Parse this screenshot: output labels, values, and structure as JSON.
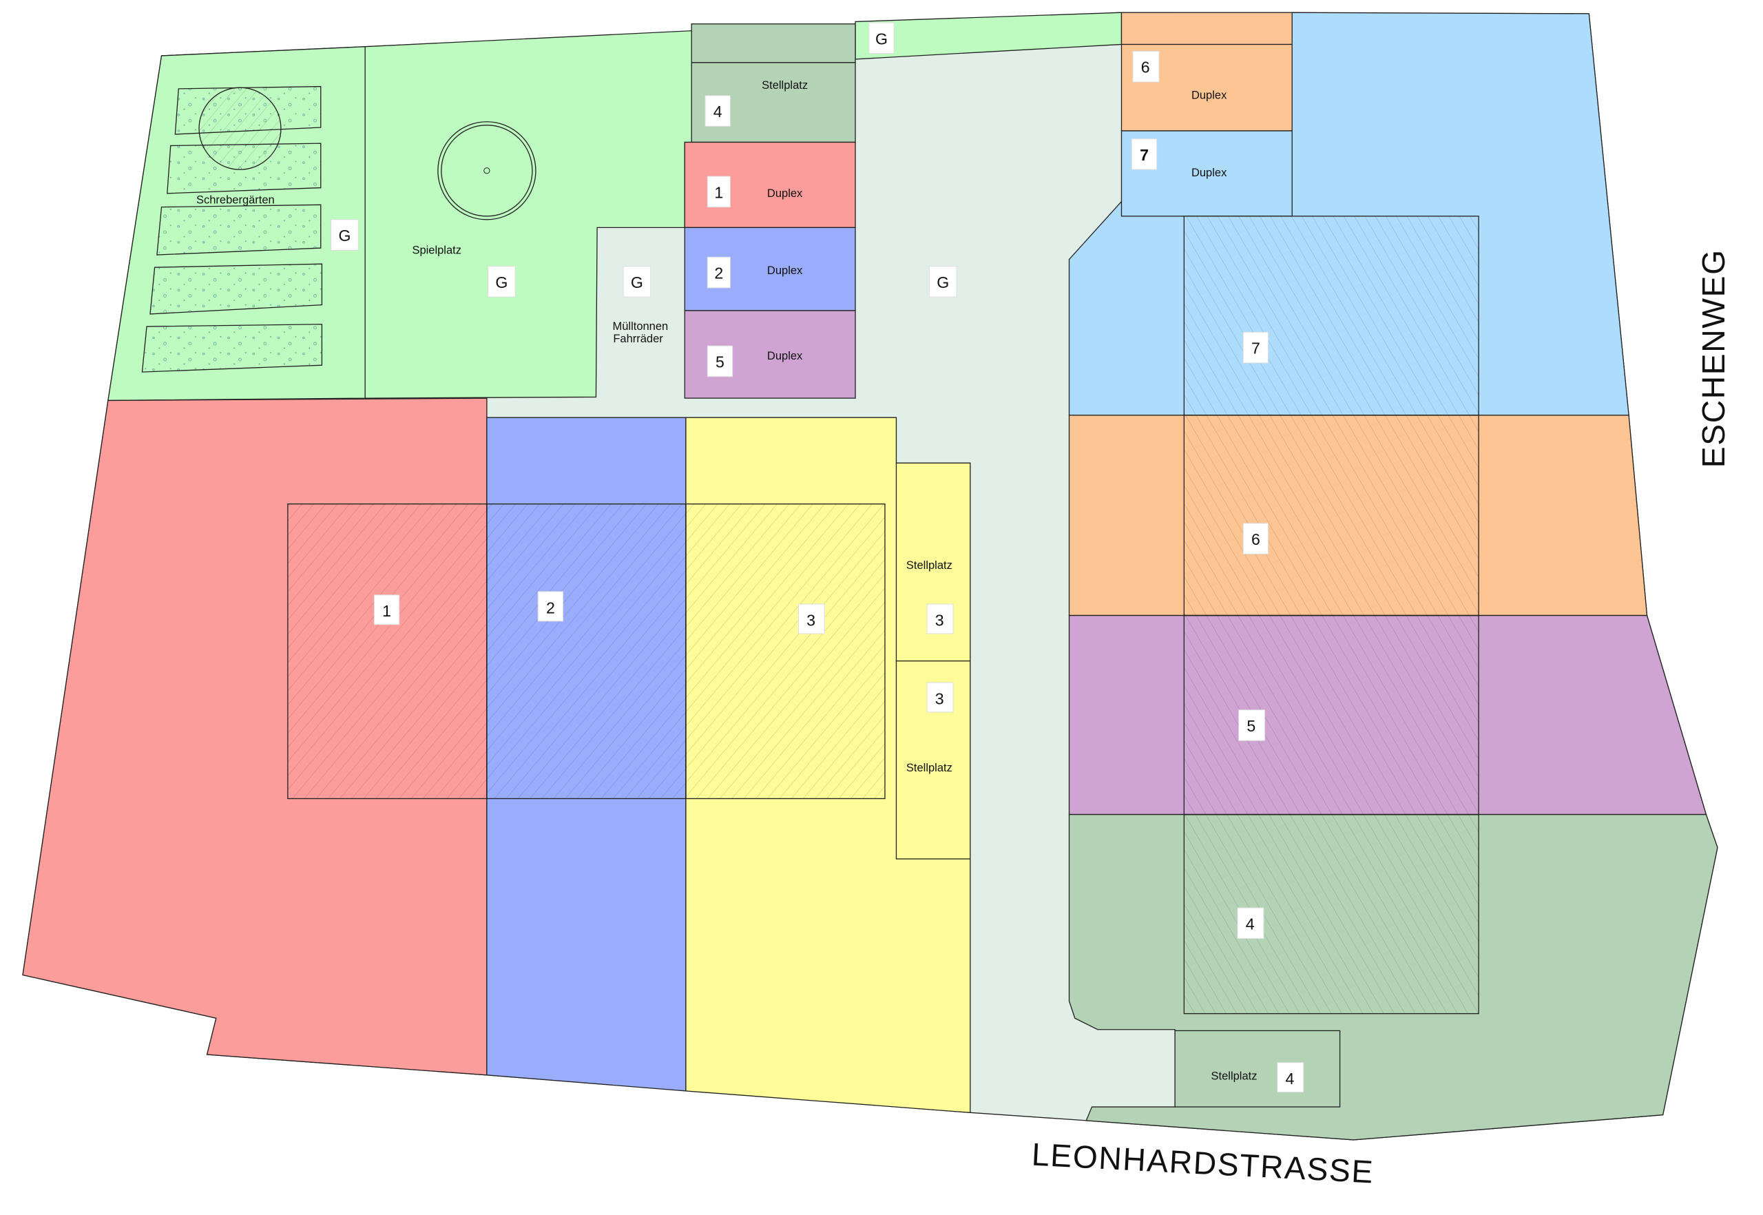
{
  "colors": {
    "common": "#e2efe8",
    "green": "#bdfbc0",
    "darkgreen": "#b4d3b6",
    "red": "#fc9d9b",
    "blue": "#9aadfc",
    "yellow": "#fdfc99",
    "purple": "#cfa3d2",
    "orange": "#fdc593",
    "lightblue": "#aedcfc"
  },
  "roads": {
    "east": "ESCHENWEG",
    "south": "LEONHARDSTRASSE"
  },
  "areas": {
    "gardens": "Schrebergärten",
    "playground": "Spielplatz",
    "bins_line1": "Mülltonnen",
    "bins_line2": "Fahrräder",
    "parking": "Stellplatz",
    "duplex": "Duplex"
  },
  "markers": {
    "g": "G",
    "n1": "1",
    "n2": "2",
    "n3": "3",
    "n4": "4",
    "n5": "5",
    "n6": "6",
    "n7": "7"
  }
}
